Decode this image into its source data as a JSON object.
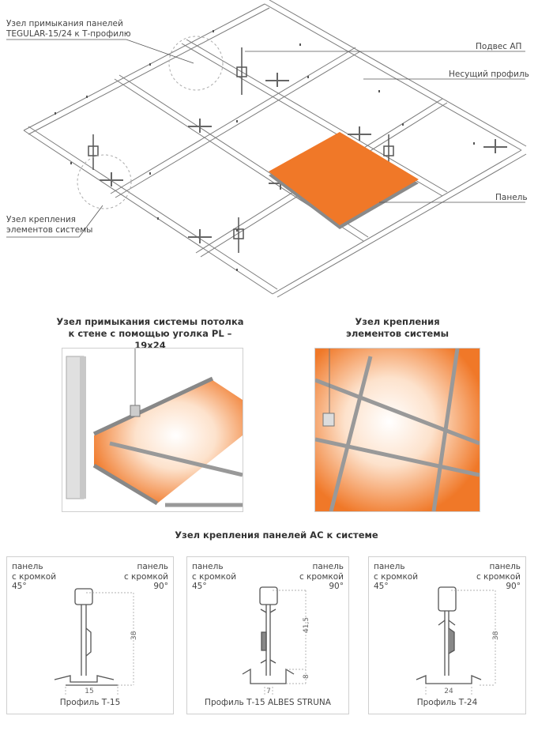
{
  "top": {
    "label_node_join": [
      "Узел примыкания панелей",
      "TEGULAR-15/24 к Т-профилю"
    ],
    "label_hanger": "Подвес АП",
    "label_main": "Несущий профиль",
    "label_panel": "Панель",
    "label_fix": [
      "Узел крепления",
      "элементов системы"
    ]
  },
  "middle": {
    "left_title": [
      "Узел примыкания системы потолка",
      "к стене с помощью уголка PL – 19x24"
    ],
    "right_title": [
      "Узел крепления",
      "элементов системы"
    ]
  },
  "bottom": {
    "title": "Узел крепления панелей АС к системе",
    "profiles": [
      {
        "left": [
          "панель",
          "с кромкой",
          "45°"
        ],
        "right": [
          "панель",
          "с кромкой",
          "90°"
        ],
        "height": "38",
        "width": "15",
        "caption": "Профиль Т-15"
      },
      {
        "left": [
          "панель",
          "с кромкой",
          "45°"
        ],
        "right": [
          "панель",
          "с кромкой",
          "90°"
        ],
        "height": "41,5",
        "height2": "8",
        "width": "7",
        "caption": "Профиль Т-15 ALBES STRUNA"
      },
      {
        "left": [
          "панель",
          "с кромкой",
          "45°"
        ],
        "right": [
          "панель",
          "с кромкой",
          "90°"
        ],
        "height": "38",
        "width": "24",
        "caption": "Профиль Т-24"
      }
    ]
  },
  "colors": {
    "panel": "#f07828",
    "frame": "#b9b9b9",
    "line": "#666666"
  }
}
